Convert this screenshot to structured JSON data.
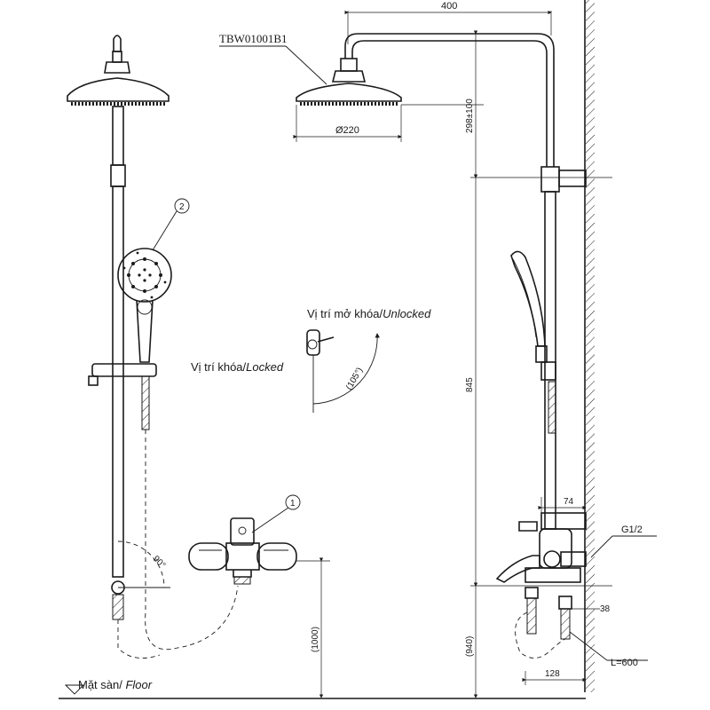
{
  "model": "TBW01001B1",
  "callouts": {
    "c1": "1",
    "c2": "2"
  },
  "positions": {
    "unlocked_vi": "Vị trí mở khóa/",
    "unlocked_en": "Unlocked",
    "locked_vi": "Vị trí khóa/",
    "locked_en": "Locked"
  },
  "floor": {
    "vi": "Mặt sàn/ ",
    "en": "Floor"
  },
  "dimensions": {
    "arm_width": "400",
    "head_diameter": "Ø220",
    "head_height": "298±100",
    "bar_length": "845",
    "mixer_height": "(940)",
    "side_height": "(1000)",
    "mixer_depth": "74",
    "inlet_thread": "G1/2",
    "inlet_offset": "38",
    "hose_length": "L=600",
    "bottom_depth": "128",
    "angle_unlock": "(105°)",
    "angle_side": "90°"
  }
}
